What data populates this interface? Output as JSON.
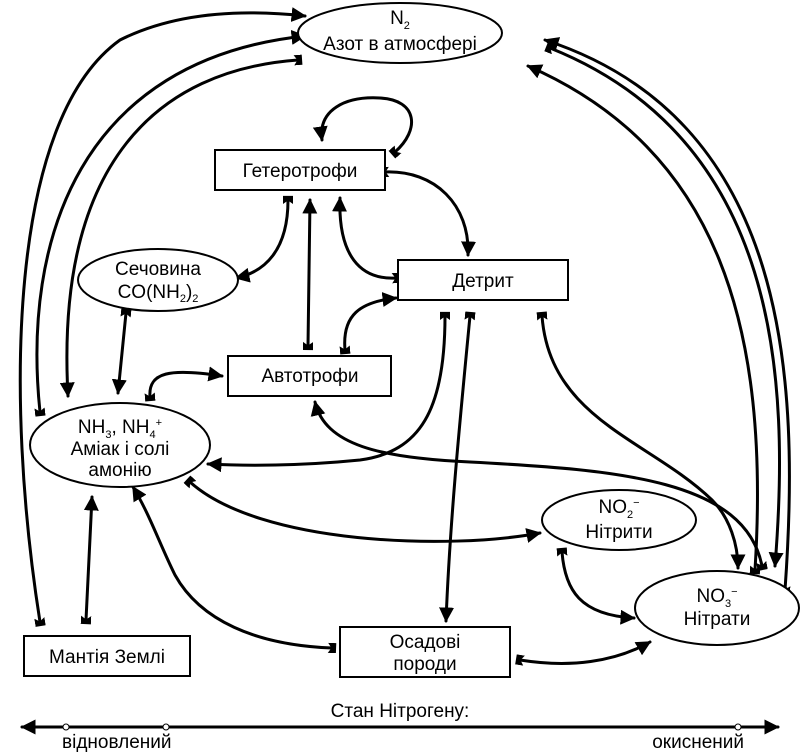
{
  "nodes": {
    "atmosphere": {
      "formula": "N",
      "formula_sub": "2",
      "name": "Азот в атмосфері"
    },
    "heterotrophs": {
      "name": "Гетеротрофи"
    },
    "urea": {
      "name": "Сечовина",
      "formula_a": "CO(NH",
      "formula_sub": "2",
      "formula_b": ")",
      "formula_sub2": "2"
    },
    "detritus": {
      "name": "Детрит"
    },
    "autotrophs": {
      "name": "Автотрофи"
    },
    "ammonia": {
      "f1": "NH",
      "f1_sub": "3",
      "f2": ", NH",
      "f2_sub": "4",
      "f2_sup": "+",
      "line2": "Аміак і солі",
      "line3": "амонію"
    },
    "nitrites": {
      "formula": "NO",
      "formula_sub": "2",
      "formula_sup": "−",
      "name": "Нітрити"
    },
    "nitrates": {
      "formula": "NO",
      "formula_sub": "3",
      "formula_sup": "−",
      "name": "Нітрати"
    },
    "mantle": {
      "name": "Мантія Землі"
    },
    "sediments": {
      "line1": "Осадові",
      "line2": "породи"
    }
  },
  "state_axis": {
    "title": "Стан Нітрогену:",
    "left": "відновлений",
    "right": "окиснений"
  }
}
